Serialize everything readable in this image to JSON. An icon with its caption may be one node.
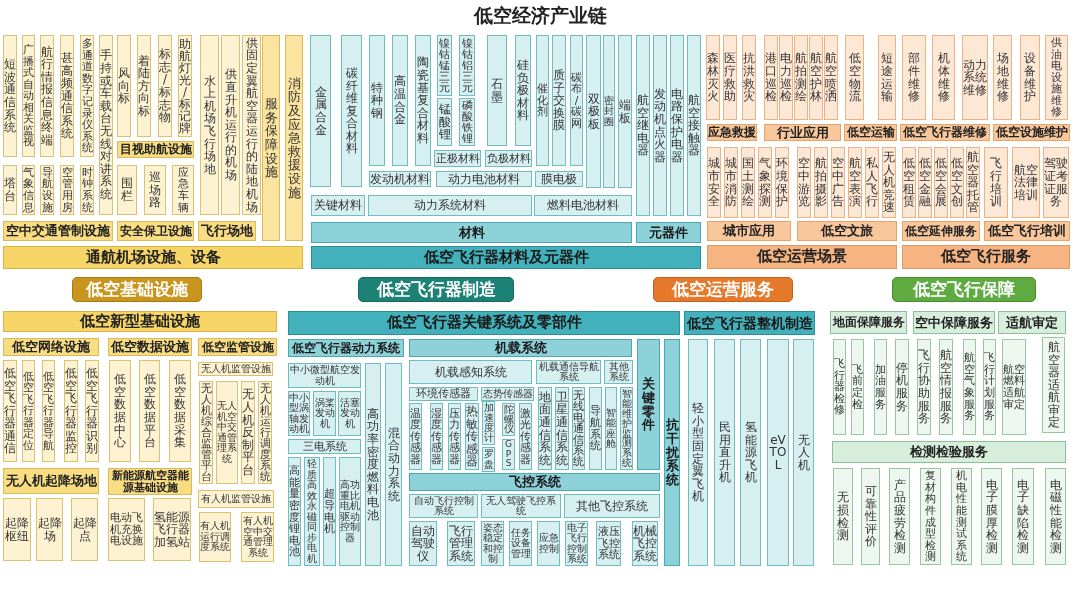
{
  "diagram": {
    "title": "低空经济产业链",
    "nodes": [
      {
        "text": [
          "短波通信系统"
        ]
      },
      {
        "text": [
          "广播式自动相关监视"
        ]
      },
      {
        "text": [
          "航行情报信息终端"
        ]
      },
      {
        "text": [
          "甚高频通信系统"
        ]
      },
      {
        "text": [
          "多通道数字记录仪系统"
        ]
      },
      {
        "text": [
          "手持或车载台无线对讲系统"
        ]
      },
      {
        "text": [
          "风向标"
        ]
      },
      {
        "text": [
          "着陆方向标"
        ]
      },
      {
        "text": [
          "标志/标志物"
        ]
      },
      {
        "text": [
          "助航灯光/标记牌"
        ]
      },
      {
        "text": [
          "水上机场飞行场地"
        ]
      },
      {
        "text": [
          "供直升机运行的机场"
        ]
      },
      {
        "text": [
          "供固定翼航空器运行的陆地机场"
        ]
      },
      {
        "text": [
          "服务保障设施"
        ]
      },
      {
        "text": [
          "消防及应急救援设施"
        ]
      },
      {
        "text": [
          "塔台"
        ]
      },
      {
        "text": [
          "气象信息"
        ]
      },
      {
        "text": [
          "导航设施"
        ]
      },
      {
        "text": [
          "空管用房"
        ]
      },
      {
        "text": [
          "时钟系统"
        ]
      },
      {
        "text": [
          "目视助航设施"
        ]
      },
      {
        "text": [
          "围栏"
        ]
      },
      {
        "text": [
          "巡场路"
        ]
      },
      {
        "text": [
          "应急车辆"
        ]
      },
      {
        "text": [
          "空中交通管制设施"
        ]
      },
      {
        "text": [
          "安全保卫设施"
        ]
      },
      {
        "text": [
          "飞行场地"
        ]
      },
      {
        "text": [
          "通航机场设施、设备"
        ]
      },
      {
        "text": [
          "低空基础设施"
        ]
      },
      {
        "text": [
          "金属合金"
        ]
      },
      {
        "text": [
          "碳纤维复合材料"
        ]
      },
      {
        "text": [
          "特种钢"
        ]
      },
      {
        "text": [
          "高温合金"
        ]
      },
      {
        "text": [
          "陶瓷基复合材料"
        ]
      },
      {
        "text": [
          "镍钴锰三元"
        ]
      },
      {
        "text": [
          "镍钴铝三元"
        ]
      },
      {
        "text": [
          "石墨"
        ]
      },
      {
        "text": [
          "硅负极材料"
        ]
      },
      {
        "text": [
          "催化剂"
        ]
      },
      {
        "text": [
          "质子交换膜"
        ]
      },
      {
        "text": [
          "碳布/碳网"
        ]
      },
      {
        "text": [
          "双极板"
        ]
      },
      {
        "text": [
          "密封圈"
        ]
      },
      {
        "text": [
          "端板"
        ]
      },
      {
        "text": [
          "航空继电器"
        ]
      },
      {
        "text": [
          "发动机点火器"
        ]
      },
      {
        "text": [
          "电路保护电器"
        ]
      },
      {
        "text": [
          "航空接触器"
        ]
      },
      {
        "text": [
          "锰酸锂"
        ]
      },
      {
        "text": [
          "磷酸铁锂"
        ]
      },
      {
        "text": [
          "正极材料"
        ]
      },
      {
        "text": [
          "负极材料"
        ]
      },
      {
        "text": [
          "发动机材料"
        ]
      },
      {
        "text": [
          "动力电池材料"
        ]
      },
      {
        "text": [
          "膜电极"
        ]
      },
      {
        "text": [
          "关键材料"
        ]
      },
      {
        "text": [
          "动力系统材料"
        ]
      },
      {
        "text": [
          "燃料电池材料"
        ]
      },
      {
        "text": [
          "材料"
        ]
      },
      {
        "text": [
          "元器件"
        ]
      },
      {
        "text": [
          "低空飞行器材料及元器件"
        ]
      },
      {
        "text": [
          "低空飞行器制造"
        ]
      },
      {
        "text": [
          "森林灭火"
        ]
      },
      {
        "text": [
          "医疗救助"
        ]
      },
      {
        "text": [
          "抗洪救灾"
        ]
      },
      {
        "text": [
          "港口巡检"
        ]
      },
      {
        "text": [
          "电力巡检"
        ]
      },
      {
        "text": [
          "航拍测绘"
        ]
      },
      {
        "text": [
          "航空护林"
        ]
      },
      {
        "text": [
          "航空喷洒"
        ]
      },
      {
        "text": [
          "低空物流"
        ]
      },
      {
        "text": [
          "短途运输"
        ]
      },
      {
        "text": [
          "部件维修"
        ]
      },
      {
        "text": [
          "机体维修"
        ]
      },
      {
        "text": [
          "动力系统维修"
        ]
      },
      {
        "text": [
          "场地维修"
        ]
      },
      {
        "text": [
          "设备维护"
        ]
      },
      {
        "text": [
          "供油电设施维修"
        ]
      },
      {
        "text": [
          "应急救援"
        ]
      },
      {
        "text": [
          "行业应用"
        ]
      },
      {
        "text": [
          "低空运输"
        ]
      },
      {
        "text": [
          "低空飞行器维修"
        ]
      },
      {
        "text": [
          "低空设施维护"
        ]
      },
      {
        "text": [
          "城市安全"
        ]
      },
      {
        "text": [
          "城市消防"
        ]
      },
      {
        "text": [
          "国土测绘"
        ]
      },
      {
        "text": [
          "气象探测"
        ]
      },
      {
        "text": [
          "环境保护"
        ]
      },
      {
        "text": [
          "空中游览"
        ]
      },
      {
        "text": [
          "航拍摄影"
        ]
      },
      {
        "text": [
          "空中广告"
        ]
      },
      {
        "text": [
          "航空表演"
        ]
      },
      {
        "text": [
          "私人飞行"
        ]
      },
      {
        "text": [
          "无人机竞速"
        ]
      },
      {
        "text": [
          "低空租赁"
        ]
      },
      {
        "text": [
          "低空金融"
        ]
      },
      {
        "text": [
          "低空会展"
        ]
      },
      {
        "text": [
          "低空文创"
        ]
      },
      {
        "text": [
          "航空器托管"
        ]
      },
      {
        "text": [
          "飞行培训"
        ]
      },
      {
        "text": [
          "航空法律培训"
        ]
      },
      {
        "text": [
          "驾驶证考证服务"
        ]
      },
      {
        "text": [
          "城市应用"
        ]
      },
      {
        "text": [
          "低空文旅"
        ]
      },
      {
        "text": [
          "低空延伸服务"
        ]
      },
      {
        "text": [
          "低空飞行培训"
        ]
      },
      {
        "text": [
          "低空运营场景"
        ]
      },
      {
        "text": [
          "低空飞行服务"
        ]
      },
      {
        "text": [
          "低空运营服务"
        ]
      },
      {
        "text": [
          "低空飞行保障"
        ]
      },
      {
        "text": [
          "低空新型基础设施"
        ]
      },
      {
        "text": [
          "低空网络设施"
        ]
      },
      {
        "text": [
          "低空数据设施"
        ]
      },
      {
        "text": [
          "低空监管设施"
        ]
      },
      {
        "text": [
          "低空飞行器通信"
        ]
      },
      {
        "text": [
          "低空飞行器定位"
        ]
      },
      {
        "text": [
          "低空飞行器导航"
        ]
      },
      {
        "text": [
          "低空飞行器监控"
        ]
      },
      {
        "text": [
          "低空飞行器识别"
        ]
      },
      {
        "text": [
          "低空数据中心"
        ]
      },
      {
        "text": [
          "低空数据平台"
        ]
      },
      {
        "text": [
          "低空数据采集"
        ]
      },
      {
        "text": [
          "无人机监管设施"
        ]
      },
      {
        "text": [
          "无人机综合监管平台"
        ]
      },
      {
        "text": [
          "无人机空中交通管理系统"
        ]
      },
      {
        "text": [
          "无人机反制平台"
        ]
      },
      {
        "text": [
          "无人机运行调度系统"
        ]
      },
      {
        "text": [
          "无人机起降场地"
        ]
      },
      {
        "text": [
          "新能源航空器能源基础设施"
        ]
      },
      {
        "text": [
          "有人机监管设施"
        ]
      },
      {
        "text": [
          "起降枢纽"
        ]
      },
      {
        "text": [
          "起降场"
        ]
      },
      {
        "text": [
          "起降点"
        ]
      },
      {
        "text": [
          "电动飞机充换电设施"
        ]
      },
      {
        "text": [
          "氢能源飞行器加氢站"
        ]
      },
      {
        "text": [
          "有人机运行调度系统"
        ]
      },
      {
        "text": [
          "有人机空中交通管理系统"
        ]
      },
      {
        "text": [
          "低空飞行器关键系统及零部件"
        ]
      },
      {
        "text": [
          "低空飞行器整机制造"
        ]
      },
      {
        "text": [
          "低空飞行器动力系统"
        ]
      },
      {
        "text": [
          "中小微型航空发动机"
        ]
      },
      {
        "text": [
          "中小型涡轴发动机"
        ]
      },
      {
        "text": [
          "涡桨发动机"
        ]
      },
      {
        "text": [
          "活塞发动机"
        ]
      },
      {
        "text": [
          "三电系统"
        ]
      },
      {
        "text": [
          "高能量密度锂电池"
        ]
      },
      {
        "text": [
          "轻质高效永磁同步电机"
        ]
      },
      {
        "text": [
          "超导电机"
        ]
      },
      {
        "text": [
          "高功重比电机驱动控制器"
        ]
      },
      {
        "text": [
          "高功率密度燃料电池"
        ]
      },
      {
        "text": [
          "混合动力系统"
        ]
      },
      {
        "text": [
          "机载系统"
        ]
      },
      {
        "text": [
          "机载感知系统"
        ]
      },
      {
        "text": [
          "机载通信导航系统"
        ]
      },
      {
        "text": [
          "其他系统"
        ]
      },
      {
        "text": [
          "环境传感器"
        ]
      },
      {
        "text": [
          "态势传感器"
        ]
      },
      {
        "text": [
          "温度传感器"
        ]
      },
      {
        "text": [
          "湿度传感器"
        ]
      },
      {
        "text": [
          "压力传感器"
        ]
      },
      {
        "text": [
          "热敏传感器"
        ]
      },
      {
        "text": [
          "加速度计"
        ]
      },
      {
        "text": [
          "陀螺仪"
        ]
      },
      {
        "text": [
          "激光传感器"
        ]
      },
      {
        "text": [
          "罗盘"
        ]
      },
      {
        "text": [
          "GPS"
        ]
      },
      {
        "text": [
          "地面通信系统"
        ]
      },
      {
        "text": [
          "卫星通信系统"
        ]
      },
      {
        "text": [
          "无线电通信系统"
        ]
      },
      {
        "text": [
          "导航系统"
        ]
      },
      {
        "text": [
          "智能座舱"
        ]
      },
      {
        "text": [
          "智能维护监测系统"
        ]
      },
      {
        "text": [
          "关键零件"
        ]
      },
      {
        "text": [
          "抗干扰系统"
        ]
      },
      {
        "text": [
          "飞控系统"
        ]
      },
      {
        "text": [
          "自动飞行控制系统"
        ]
      },
      {
        "text": [
          "无人驾驶飞控系统"
        ]
      },
      {
        "text": [
          "其他飞控系统"
        ]
      },
      {
        "text": [
          "自动驾驶仪"
        ]
      },
      {
        "text": [
          "飞行管理系统"
        ]
      },
      {
        "text": [
          "姿态稳定和控制"
        ]
      },
      {
        "text": [
          "任务设备管理"
        ]
      },
      {
        "text": [
          "应急控制"
        ]
      },
      {
        "text": [
          "电子飞行控制系统"
        ]
      },
      {
        "text": [
          "液压飞控系统"
        ]
      },
      {
        "text": [
          "机械飞控系统"
        ]
      },
      {
        "text": [
          "轻小型固定翼飞机"
        ]
      },
      {
        "text": [
          "民用直升机"
        ]
      },
      {
        "text": [
          "氢能源飞机"
        ]
      },
      {
        "text": [
          "eVTOL"
        ]
      },
      {
        "text": [
          "无人机"
        ]
      },
      {
        "text": [
          "地面保障服务"
        ]
      },
      {
        "text": [
          "空中保障服务"
        ]
      },
      {
        "text": [
          "适航审定"
        ]
      },
      {
        "text": [
          "飞行器检修"
        ]
      },
      {
        "text": [
          "飞前定检"
        ]
      },
      {
        "text": [
          "加油服务"
        ]
      },
      {
        "text": [
          "停机服务"
        ]
      },
      {
        "text": [
          "飞行协助服务"
        ]
      },
      {
        "text": [
          "航空情报服务"
        ]
      },
      {
        "text": [
          "航空气象服务"
        ]
      },
      {
        "text": [
          "飞行计划服务"
        ]
      },
      {
        "text": [
          "航空燃料适航审定"
        ]
      },
      {
        "text": [
          "航空器适航审定"
        ]
      },
      {
        "text": [
          "检测检验服务"
        ]
      },
      {
        "text": [
          "无损检测"
        ]
      },
      {
        "text": [
          "可靠性评价"
        ]
      },
      {
        "text": [
          "产品疲劳检测"
        ]
      },
      {
        "text": [
          "复材构件成型检测"
        ]
      },
      {
        "text": [
          "机电性能测试系统"
        ]
      },
      {
        "text": [
          "电子膜厚检测"
        ]
      },
      {
        "text": [
          "电子缺陷检测"
        ]
      },
      {
        "text": [
          "电磁性能检测"
        ]
      }
    ]
  }
}
